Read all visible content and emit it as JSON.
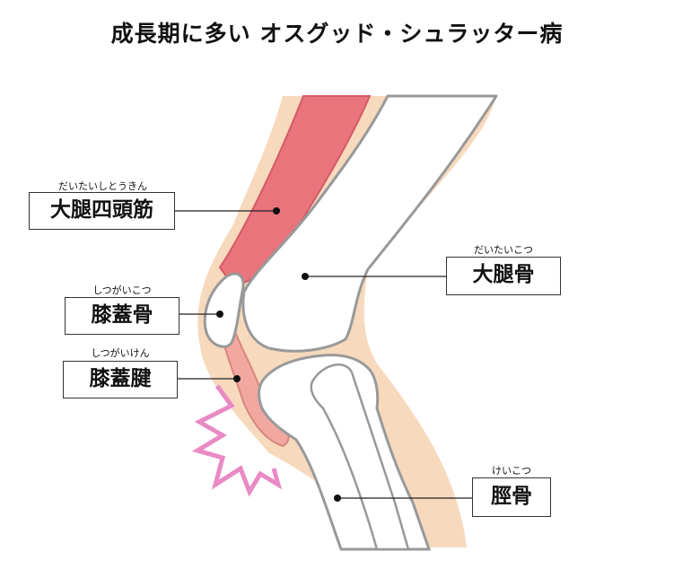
{
  "title": "成長期に多い オスグッド・シュラッター病",
  "labels": {
    "quadriceps": {
      "text": "大腿四頭筋",
      "ruby": "だいたいしとうきん"
    },
    "femur": {
      "text": "大腿骨",
      "ruby": "だいたいこつ"
    },
    "patella": {
      "text": "膝蓋骨",
      "ruby": "しつがいこつ"
    },
    "patellar_tendon": {
      "text": "膝蓋腱",
      "ruby": "しつがいけん"
    },
    "tibia": {
      "text": "脛骨",
      "ruby": "けいこつ"
    }
  },
  "colors": {
    "skin": "#f7d9bd",
    "bone": "#ffffff",
    "bone_outline": "#999999",
    "muscle": "#e9747c",
    "tendon": "#f0a8a0",
    "pain": "#e98ac4"
  },
  "icons": {
    "pain_burst": "pain-burst-icon"
  }
}
